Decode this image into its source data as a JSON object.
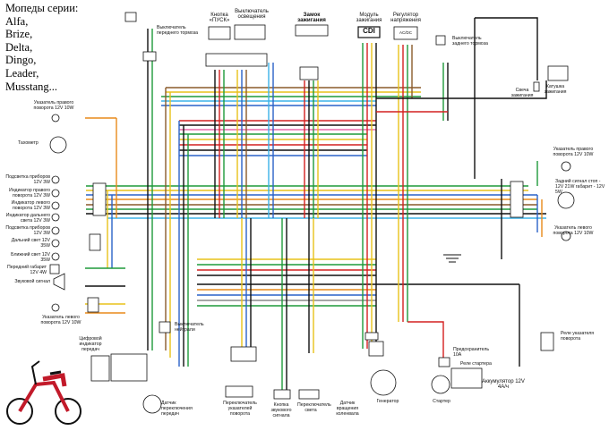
{
  "header": {
    "title": "Мопеды серии:",
    "models": [
      "Alfa,",
      "Brize,",
      "Delta,",
      "Dingo,",
      "Leader,",
      "Musstang..."
    ]
  },
  "labels": {
    "front_brake_switch": "Выключатель переднего тормоза",
    "start_button": "Кнопка «ПУСК»",
    "light_switch": "Выключатель освещения",
    "ignition_lock": "Замок зажигания",
    "cdi_module": "Модуль зажигания",
    "cdi": "CDI",
    "voltage_regulator": "Регулятор напряжения",
    "rear_brake_switch": "Выключатель заднего тормоза",
    "ignition_coil": "Катушка зажигания",
    "spark_plug": "Свеча зажигания",
    "turn_front_right": "Указатель правого поворота 12V 10W",
    "tachometer": "Тахометр",
    "instrument_light_1": "Подсветка приборов 12V 3W",
    "right_turn_indicator": "Индикатор правого поворота 12V 3W",
    "left_turn_indicator": "Индикатор левого поворота 12V 3W",
    "high_beam_indicator": "Индикатор дальнего света 12V 3W",
    "instrument_light_2": "Подсветка приборов 12V 3W",
    "high_beam": "Дальний свет 12V 35W",
    "low_beam": "Ближний свет 12V 35W",
    "front_parking": "Передний габарит 12V 4W",
    "horn": "Звуковой сигнал",
    "turn_front_left": "Указатель левого поворота 12V 10W",
    "turn_rear_right": "Указатель правого поворота 12V 10W",
    "tail_light": "Задний сигнал стоп - 12V 21W габарит - 12V 5W",
    "turn_rear_left": "Указатель левого поворота 12V 10W",
    "digital_gear_indicator": "Цифровой индикатор передач",
    "neutral_switch": "Выключатель нейтрали",
    "gear_sensor": "Датчик переключения передач",
    "turn_switch": "Переключатель указателей поворота",
    "horn_button": "Кнопка звукового сигнала",
    "dimmer_switch": "Переключатель света",
    "crank_sensor": "Датчик вращения коленвала",
    "generator": "Генератор",
    "fuse": "Предохранитель 10A",
    "starter_relay": "Реле стартера",
    "starter": "Стартер",
    "battery": "Аккумулятор 12V 4A/ч",
    "turn_relay": "Реле указателя поворота",
    "acdc": "AC/DC"
  },
  "wire_colors": {
    "green": "#1e9a3a",
    "yellow": "#e8c21a",
    "red": "#d42020",
    "blue": "#2a62c8",
    "lightblue": "#3bb2e8",
    "black": "#111111",
    "brown": "#8a5a2a",
    "orange": "#e88a1a",
    "pink": "#e86aa8",
    "grey": "#8a8a8a",
    "white": "#cfcfcf"
  }
}
